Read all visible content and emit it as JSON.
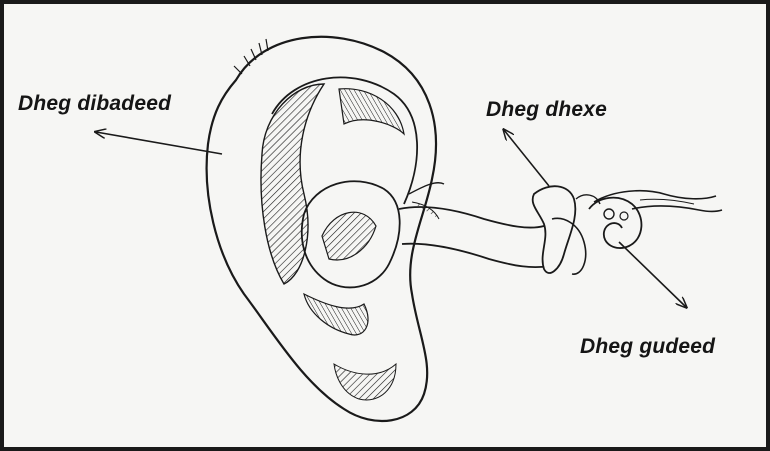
{
  "labels": {
    "outer": "Dheg dibadeed",
    "middle": "Dheg dhexe",
    "inner": "Dheg gudeed"
  },
  "colors": {
    "ink": "#1a1a1a",
    "paper": "#f6f6f4"
  }
}
